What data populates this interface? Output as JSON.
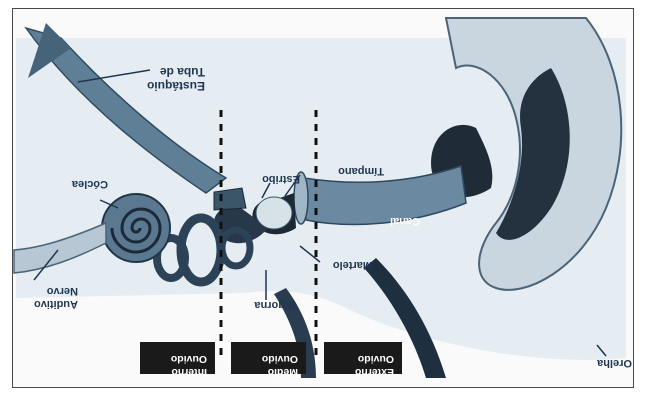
{
  "title": "",
  "labels": {
    "tuba": [
      "Tuba de",
      "Eustáquio"
    ],
    "timpano": "Tímpano",
    "estribo": "Estribo",
    "coclea": "Cóclea",
    "canal": "Canal",
    "martelo": "Martelo",
    "bigorna": "Bigorna",
    "nervo": [
      "Nervo",
      "Auditivo"
    ],
    "orelha": "Orelha"
  },
  "regions": {
    "interno": [
      "Ouvido",
      "Interno"
    ],
    "medio": [
      "Ouvido",
      "Médio"
    ],
    "externo": [
      "Ouvido",
      "Externo"
    ]
  },
  "orientation": "upside-down (rotated 180°)",
  "colors": {
    "tissue_light": "#d8e2ea",
    "tissue_mid": "#7f9cb0",
    "tissue_dark": "#33506a",
    "canal": "#5f7f97",
    "cartilage": "#1e2f3f",
    "label_text": "#1f3550",
    "box_bg": "#1a1a1a"
  }
}
